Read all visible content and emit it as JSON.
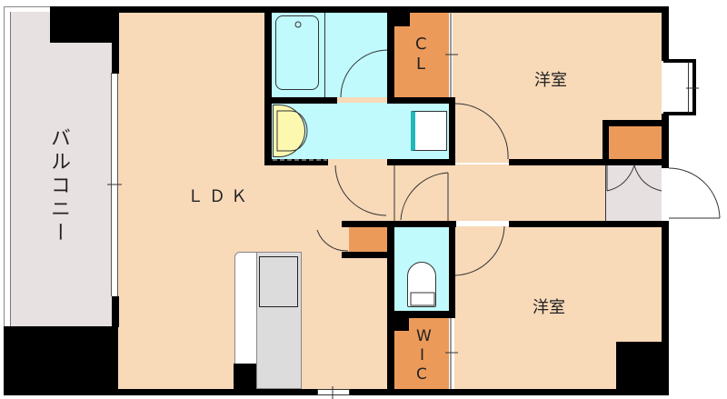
{
  "floor_plan": {
    "colors": {
      "living": "#f8d9b8",
      "wet_area": "#c0fafc",
      "storage": "#ec9a5a",
      "balcony": "#e8e1e1",
      "entrance": "#e6e0e0",
      "wall": "#000000",
      "kitchen_counter": "#dcdcdc",
      "sink": "#fcf8b0",
      "accent_teal": "#20b8b8"
    },
    "rooms": {
      "balcony": {
        "label": "バルコニー"
      },
      "ldk": {
        "label": "ＬＤＫ"
      },
      "western_room_1": {
        "label": "洋室"
      },
      "western_room_2": {
        "label": "洋室"
      },
      "closet": {
        "label_line1": "C",
        "label_line2": "L"
      },
      "walk_in_closet": {
        "label_line1": "W",
        "label_line2": "I",
        "label_line3": "C"
      },
      "bathroom": {
        "label": ""
      },
      "washroom": {
        "label": ""
      },
      "toilet": {
        "label": ""
      },
      "entrance": {
        "label": ""
      }
    }
  }
}
